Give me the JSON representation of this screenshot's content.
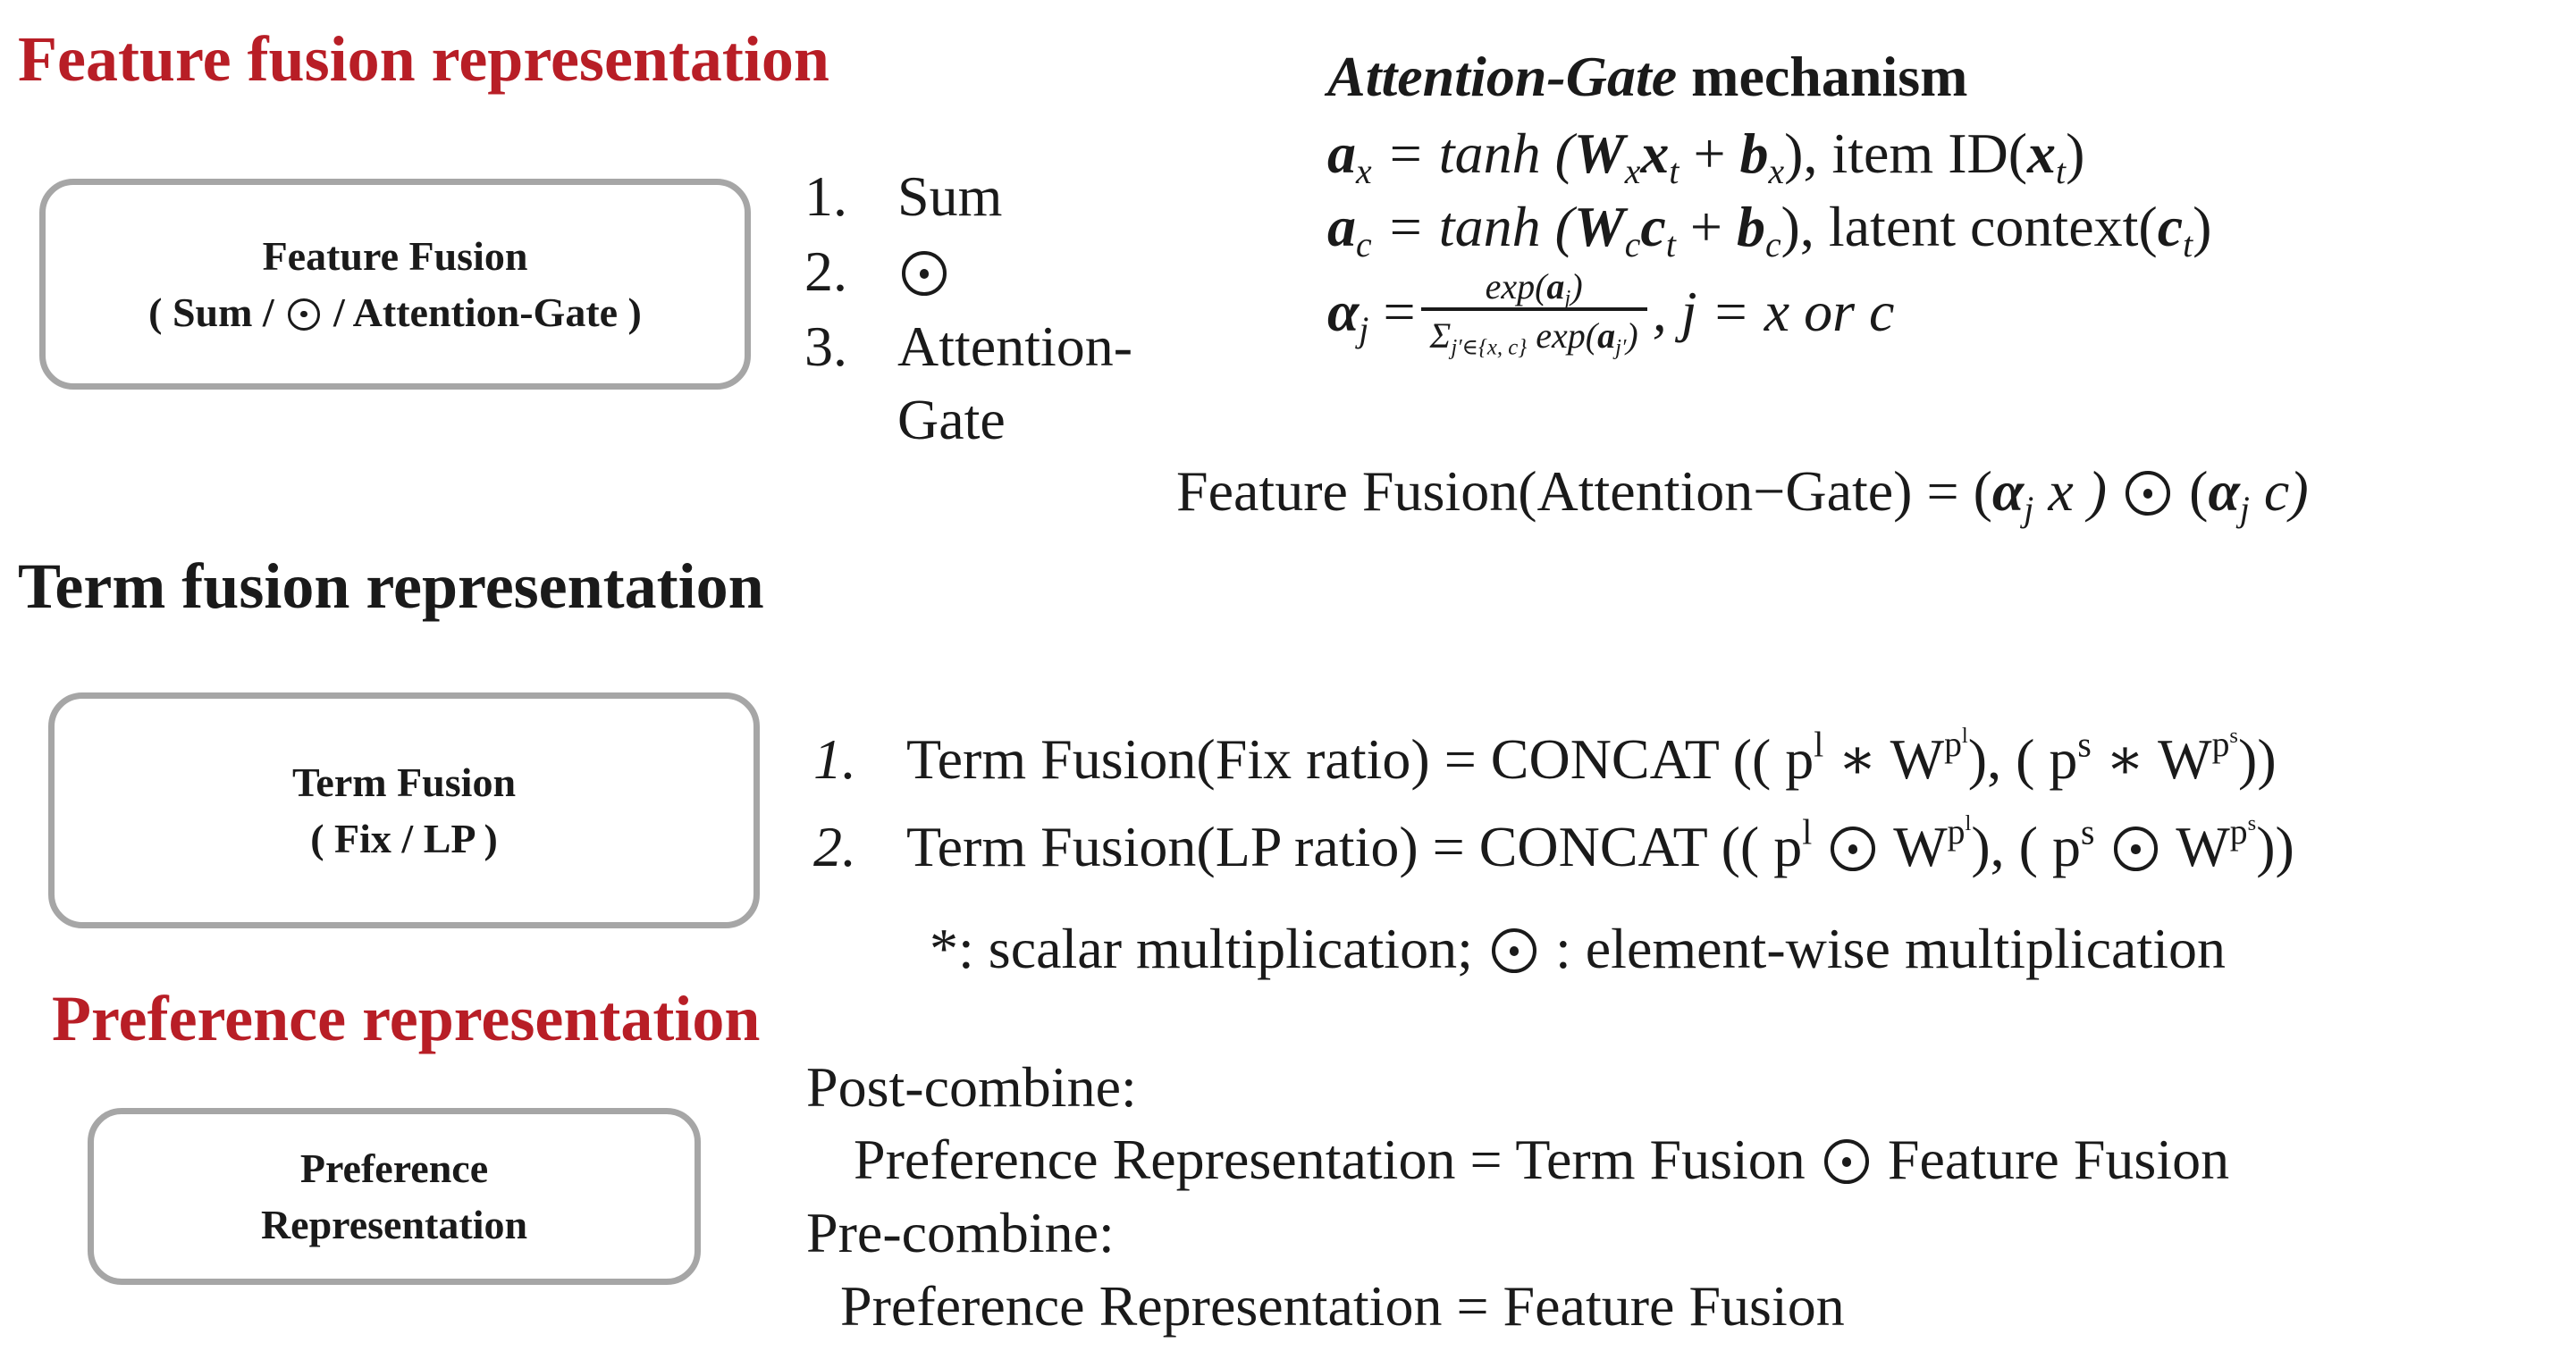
{
  "sections": {
    "feature": {
      "heading": "Feature fusion representation",
      "box_title": "Feature Fusion",
      "box_sub_open": "( Sum /",
      "box_sub_close": "/ Attention-Gate )",
      "list": {
        "n1": "1.",
        "item1": "Sum",
        "n2": "2.",
        "n3": "3.",
        "item3": "Attention-",
        "item3b": "Gate"
      },
      "mechanism": {
        "title_italic": "Attention-Gate",
        "title_rest": " mechanism",
        "line1_lead": "= tanh (",
        "line1_tail": "), item ID(",
        "line2_lead": "= tanh (",
        "line2_tail": "), latent context(",
        "frac_num": "exp(",
        "frac_den": "exp(",
        "frac_set": "j′∈{x, c}",
        "cond": ",  j = x or c"
      },
      "fusion_eq_left": "Feature Fusion(Attention−Gate) = (",
      "fusion_eq_mid": " x )",
      "fusion_eq_right": " c)"
    },
    "term": {
      "heading": "Term fusion representation",
      "box_title": "Term Fusion",
      "box_sub": "( Fix / LP )",
      "eq1_num": "1.",
      "eq1_text": "Term Fusion(Fix ratio) = CONCAT (( p",
      "eq2_num": "2.",
      "eq2_text": "Term Fusion(LP ratio)  = CONCAT (( p",
      "note_a": "*: scalar multiplication;",
      "note_b": ": element-wise multiplication"
    },
    "preference": {
      "heading": "Preference representation",
      "box_line1": "Preference",
      "box_line2": "Representation",
      "post_label": "Post-combine:",
      "post_eq_a": "Preference Representation =  Term Fusion",
      "post_eq_b": "Feature Fusion",
      "pre_label": "Pre-combine:",
      "pre_eq": "Preference Representation = Feature Fusion"
    }
  },
  "colors": {
    "heading_red": "#b81e26",
    "text": "#1a1a1a",
    "box_border": "#a6a6a6"
  },
  "icons": {
    "operator": "circled-dot-icon"
  }
}
